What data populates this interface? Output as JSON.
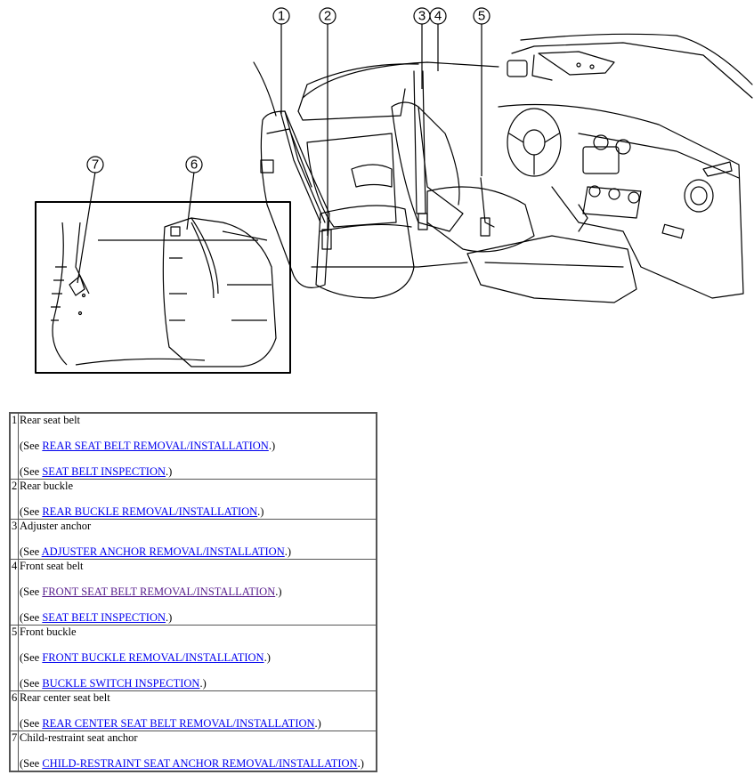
{
  "figure": {
    "callouts": [
      "1",
      "2",
      "3",
      "4",
      "5",
      "6",
      "7"
    ]
  },
  "items": [
    {
      "num": "1",
      "title": "Rear seat belt",
      "refs": [
        {
          "prefix": "(See ",
          "link": "REAR SEAT BELT REMOVAL/INSTALLATION",
          "suffix": ".)"
        },
        {
          "prefix": "(See ",
          "link": "SEAT BELT INSPECTION",
          "suffix": ".)"
        }
      ]
    },
    {
      "num": "2",
      "title": "Rear buckle",
      "refs": [
        {
          "prefix": "(See ",
          "link": "REAR BUCKLE REMOVAL/INSTALLATION",
          "suffix": ".)"
        }
      ]
    },
    {
      "num": "3",
      "title": "Adjuster anchor",
      "refs": [
        {
          "prefix": "(See ",
          "link": "ADJUSTER ANCHOR REMOVAL/INSTALLATION",
          "suffix": ".)"
        }
      ]
    },
    {
      "num": "4",
      "title": "Front seat belt",
      "refs": [
        {
          "prefix": "(See ",
          "link": "FRONT SEAT BELT REMOVAL/INSTALLATION",
          "suffix": ".)"
        },
        {
          "prefix": "(See ",
          "link": "SEAT BELT INSPECTION",
          "suffix": ".)"
        }
      ]
    },
    {
      "num": "5",
      "title": "Front buckle",
      "refs": [
        {
          "prefix": "(See ",
          "link": "FRONT BUCKLE REMOVAL/INSTALLATION",
          "suffix": ".)"
        },
        {
          "prefix": "(See ",
          "link": "BUCKLE SWITCH INSPECTION",
          "suffix": ".)"
        }
      ]
    },
    {
      "num": "6",
      "title": "Rear center seat belt",
      "refs": [
        {
          "prefix": "(See ",
          "link": "REAR CENTER SEAT BELT REMOVAL/INSTALLATION",
          "suffix": ".)"
        }
      ]
    },
    {
      "num": "7",
      "title": "Child-restraint seat anchor",
      "refs": [
        {
          "prefix": "(See ",
          "link": "CHILD-RESTRAINT SEAT ANCHOR REMOVAL/INSTALLATION",
          "suffix": ".)"
        }
      ]
    }
  ]
}
